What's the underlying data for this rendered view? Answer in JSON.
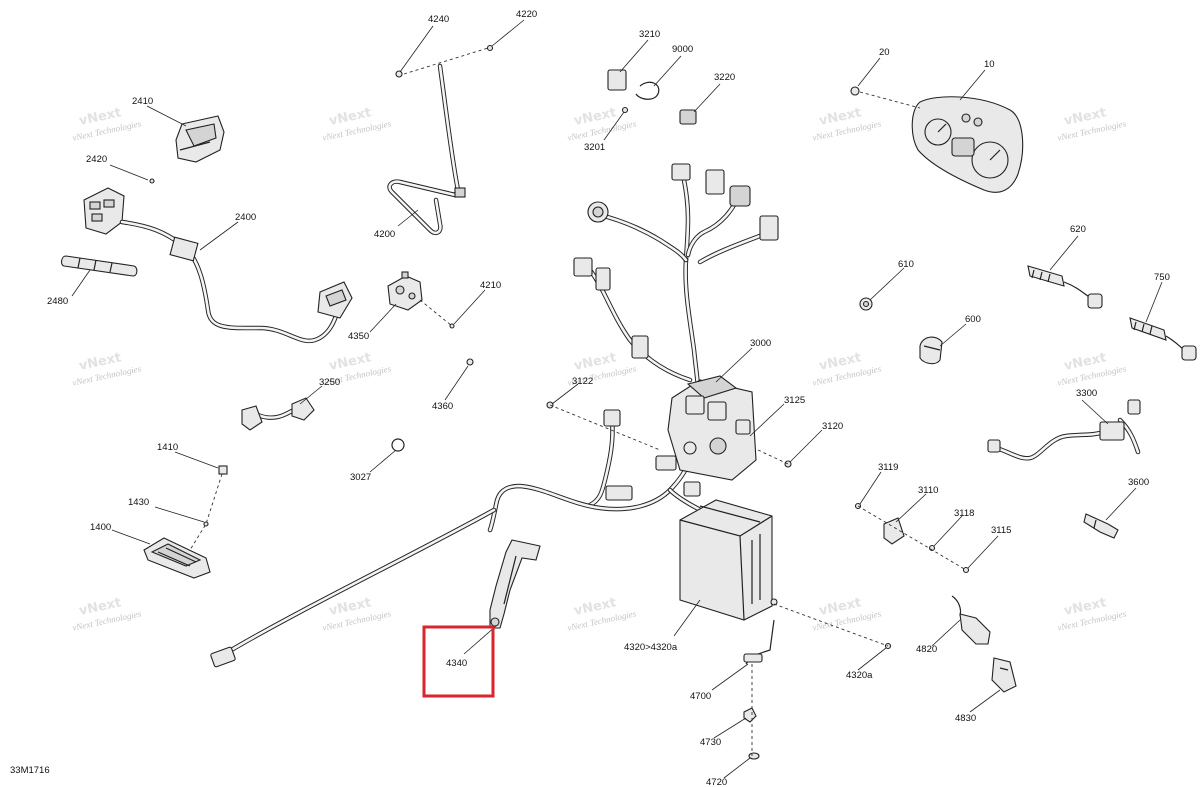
{
  "diagram_id": "33M1716",
  "watermark": {
    "line1": "vNext Technologies",
    "line2": "vNext",
    "line3": "Technologies"
  },
  "highlight_color": "#d9262c",
  "highlighted_part": "4340",
  "callouts": {
    "p4240": "4240",
    "p4220": "4220",
    "p4200": "4200",
    "p3210": "3210",
    "p9000": "9000",
    "p3220": "3220",
    "p3201": "3201",
    "p20": "20",
    "p10": "10",
    "p2410": "2410",
    "p2420": "2420",
    "p2400": "2400",
    "p2480": "2480",
    "p4210": "4210",
    "p4350": "4350",
    "p4360": "4360",
    "p3250": "3250",
    "p3027": "3027",
    "p1410": "1410",
    "p1430": "1430",
    "p1400": "1400",
    "p3000": "3000",
    "p3122": "3122",
    "p3125": "3125",
    "p3120": "3120",
    "p620": "620",
    "p610": "610",
    "p750": "750",
    "p600": "600",
    "p3300": "3300",
    "p3119": "3119",
    "p3110": "3110",
    "p3118": "3118",
    "p3115": "3115",
    "p3600": "3600",
    "p4340": "4340",
    "p4320": "4320>4320a",
    "p4700": "4700",
    "p4730": "4730",
    "p4720": "4720",
    "p4320a": "4320a",
    "p4820": "4820",
    "p4830": "4830"
  }
}
